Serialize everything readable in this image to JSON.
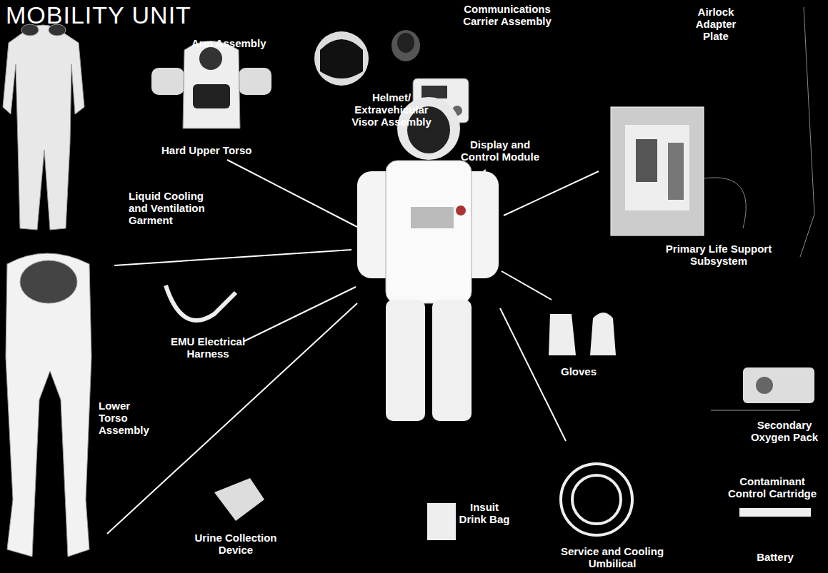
{
  "diagram": {
    "title": "MOBILITY UNIT",
    "labels": [
      "Arm Assembly",
      "Communications Carrier Assembly",
      "Airlock Adapter Plate",
      "Helmet/ Extravehicular Visor Assembly",
      "Hard Upper Torso",
      "Display and Control Module",
      "Liquid Cooling and Ventilation Garment",
      "Primary Life Support Subsystem",
      "EMU Electrical Harness",
      "Gloves",
      "Secondary Oxygen Pack",
      "Lower Torso Assembly",
      "Contaminant Control Cartridge",
      "Insuit Drink Bag",
      "Urine Collection Device",
      "Service and Cooling Umbilical",
      "Battery"
    ]
  }
}
